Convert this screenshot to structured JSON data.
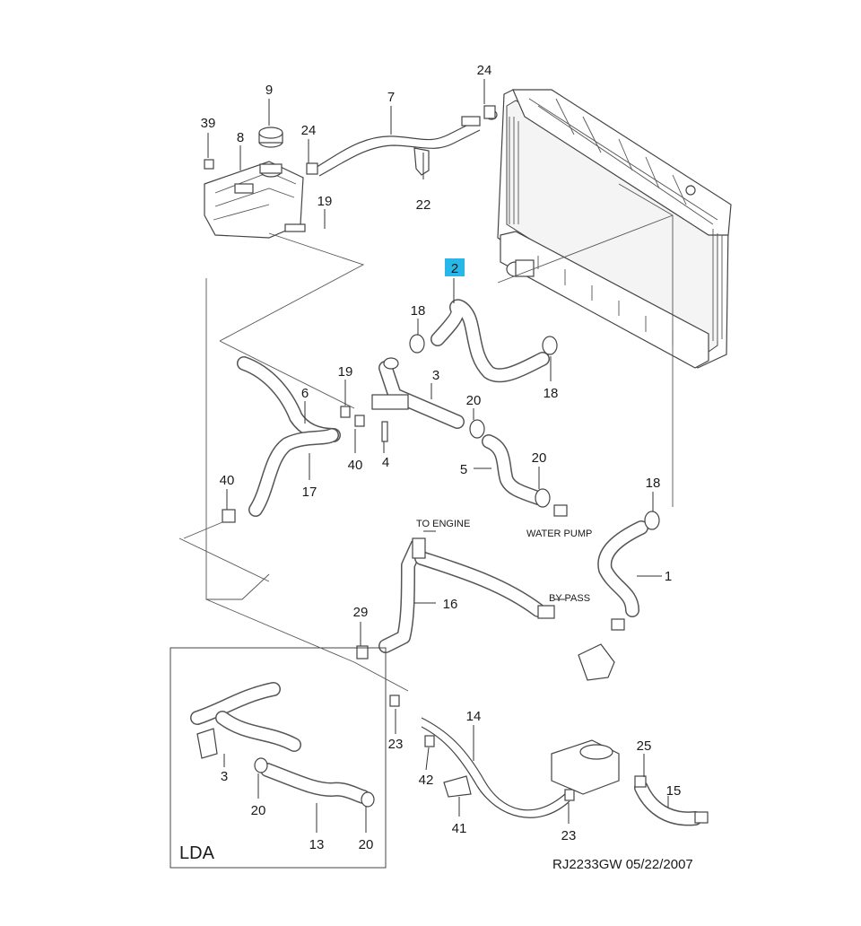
{
  "labels": {
    "p39": "39",
    "p8": "8",
    "p9": "9",
    "p24a": "24",
    "p7": "7",
    "p24b": "24",
    "p22": "22",
    "p19a": "19",
    "p2": "2",
    "p18a": "18",
    "p18b": "18",
    "p3": "3",
    "p19b": "19",
    "p6": "6",
    "p20a": "20",
    "p5": "5",
    "p20b": "20",
    "p40a": "40",
    "p4": "4",
    "p17": "17",
    "p40b": "40",
    "p18c": "18",
    "p1": "1",
    "p16": "16",
    "p29": "29",
    "p14": "14",
    "p23a": "23",
    "p42": "42",
    "p41": "41",
    "p23b": "23",
    "p25": "25",
    "p15": "15",
    "lda3": "3",
    "lda20a": "20",
    "lda13": "13",
    "lda20b": "20"
  },
  "notes": {
    "to_engine": "TO ENGINE",
    "water_pump": "WATER PUMP",
    "by_pass": "BY PASS"
  },
  "inset": {
    "title": "LDA"
  },
  "document_code": "RJ2233GW  05/22/2007",
  "highlight": {
    "part": "2",
    "color": "#29b6e8"
  }
}
